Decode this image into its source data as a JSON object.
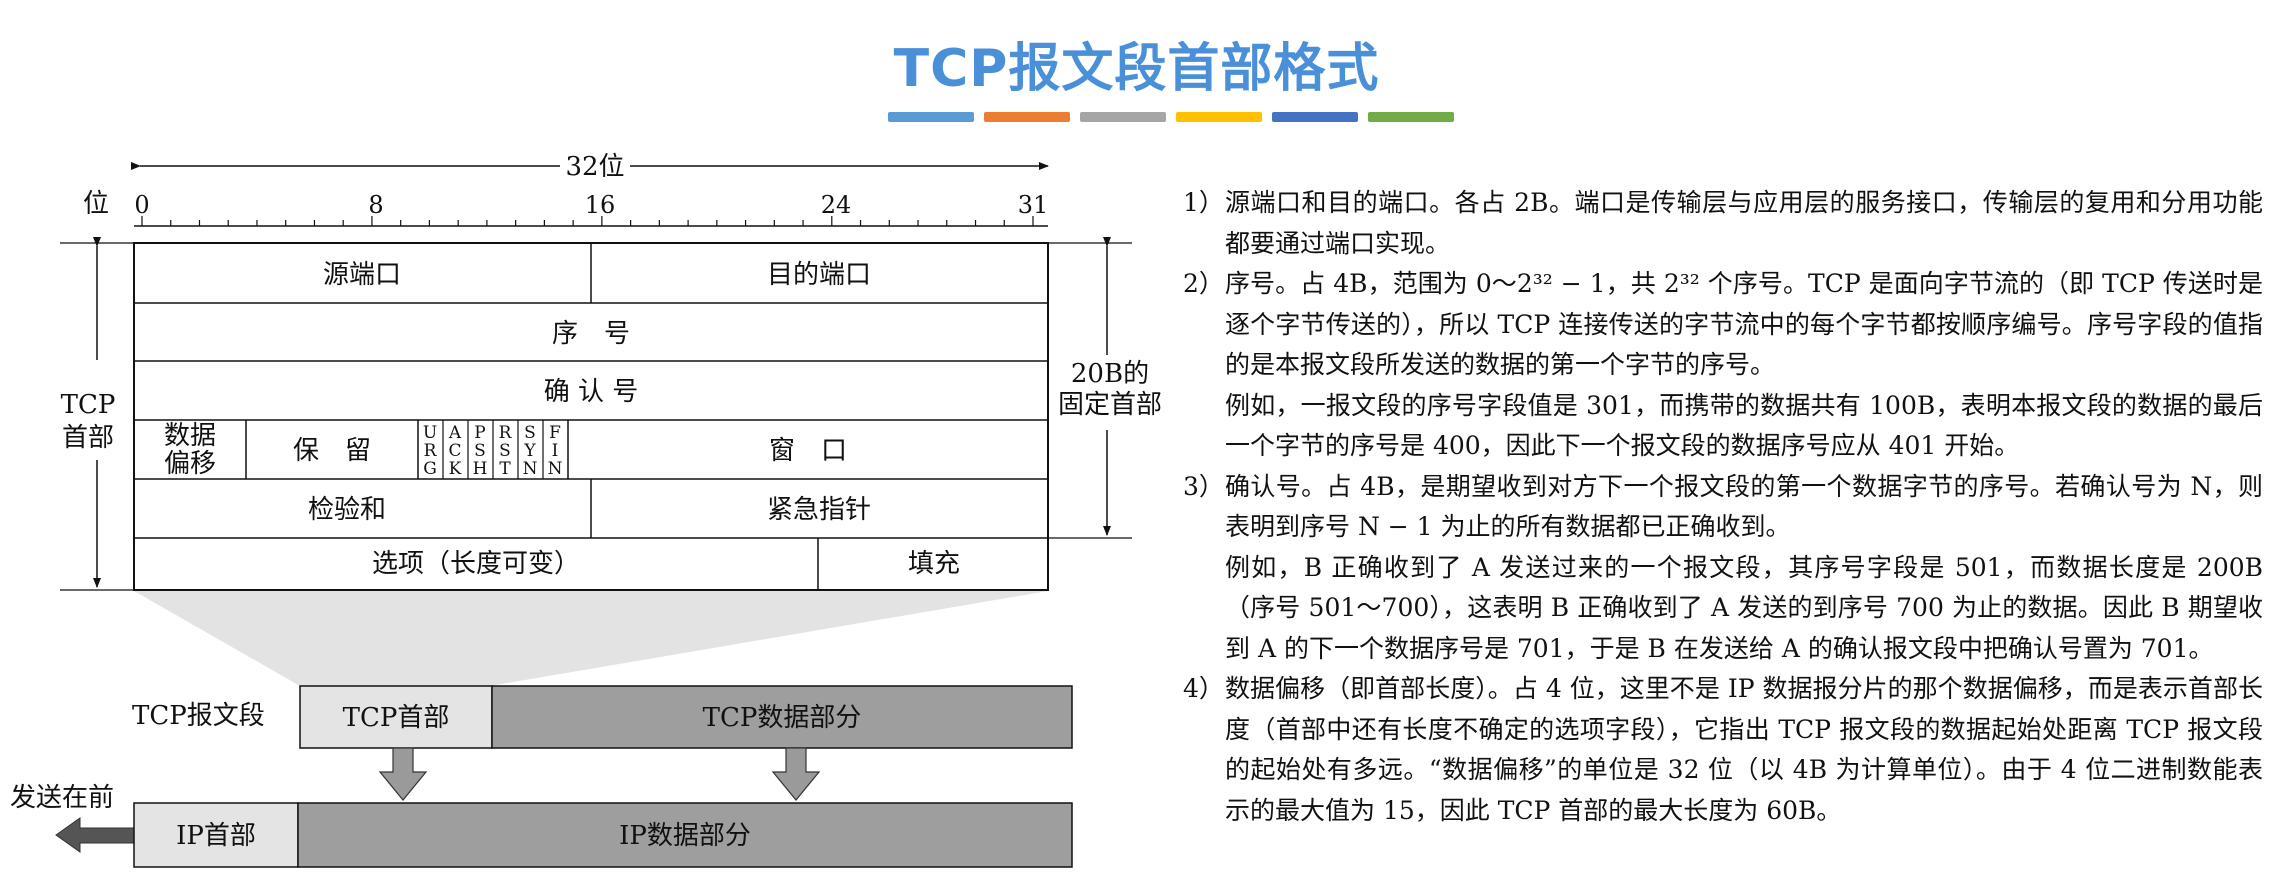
{
  "title": "TCP报文段首部格式",
  "accent_colors": [
    "#5b9bd5",
    "#ed7d31",
    "#a5a5a5",
    "#ffc000",
    "#4472c4",
    "#70ad47"
  ],
  "header_diagram": {
    "width_label": "32位",
    "bit_label": "位",
    "ticks": [
      "0",
      "8",
      "16",
      "24",
      "31"
    ],
    "left_label_line1": "TCP",
    "left_label_line2": "首部",
    "right_label_line1": "20B的",
    "right_label_line2": "固定首部",
    "fields": {
      "src_port": "源端口",
      "dst_port": "目的端口",
      "seq": "序　号",
      "ack": "确 认 号",
      "offset_line1": "数据",
      "offset_line2": "偏移",
      "reserved": "保　留",
      "flags": [
        [
          "U",
          "R",
          "G"
        ],
        [
          "A",
          "C",
          "K"
        ],
        [
          "P",
          "S",
          "H"
        ],
        [
          "R",
          "S",
          "T"
        ],
        [
          "S",
          "Y",
          "N"
        ],
        [
          "F",
          "I",
          "N"
        ]
      ],
      "window": "窗　口",
      "checksum": "检验和",
      "urgent": "紧急指针",
      "options": "选项（长度可变）",
      "padding": "填充"
    }
  },
  "segment": {
    "label": "TCP报文段",
    "header": "TCP首部",
    "data": "TCP数据部分"
  },
  "ip_packet": {
    "direction": "发送在前",
    "header": "IP首部",
    "data": "IP数据部分"
  },
  "explanations": [
    {
      "num": "1）",
      "keyword": "源端口和目的端口",
      "text": "。各占 2B。端口是传输层与应用层的服务接口，传输层的复用和分用功能都要通过端口实现。",
      "example": ""
    },
    {
      "num": "2）",
      "keyword": "序号",
      "text": "。占 4B，范围为 0～2³² − 1，共 2³² 个序号。TCP 是面向字节流的（即 TCP 传送时是逐个字节传送的），所以 TCP 连接传送的字节流中的每个字节都按顺序编号。序号字段的值指的是本报文段所发送的数据的第一个字节的序号。",
      "example": "例如，一报文段的序号字段值是 301，而携带的数据共有 100B，表明本报文段的数据的最后一个字节的序号是 400，因此下一个报文段的数据序号应从 401 开始。"
    },
    {
      "num": "3）",
      "keyword": "确认号",
      "text": "。占 4B，是期望收到对方下一个报文段的第一个数据字节的序号。若确认号为 N，则表明到序号 N − 1 为止的所有数据都已正确收到。",
      "example": "例如，B 正确收到了 A 发送过来的一个报文段，其序号字段是 501，而数据长度是 200B（序号 501～700），这表明 B 正确收到了 A 发送的到序号 700 为止的数据。因此 B 期望收到 A 的下一个数据序号是 701，于是 B 在发送给 A 的确认报文段中把确认号置为 701。"
    },
    {
      "num": "4）",
      "keyword": "数据偏移",
      "text": "（即首部长度）。占 4 位，这里不是 IP 数据报分片的那个数据偏移，而是表示首部长度（首部中还有长度不确定的选项字段），它指出 TCP 报文段的数据起始处距离 TCP 报文段的起始处有多远。“数据偏移”的单位是 32 位（以 4B 为计算单位）。由于 4 位二进制数能表示的最大值为 15，因此 TCP 首部的最大长度为 60B。",
      "example": ""
    }
  ]
}
